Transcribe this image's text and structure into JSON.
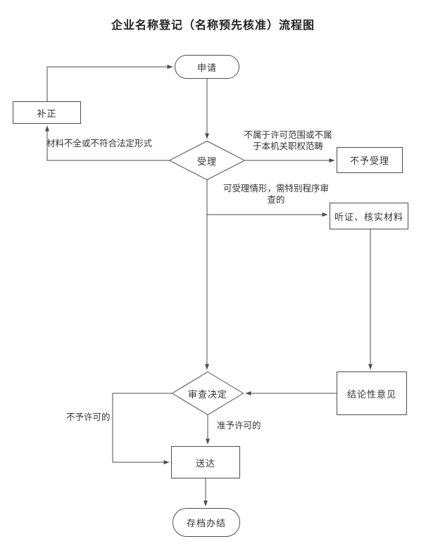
{
  "title": "企业名称登记（名称预先核准）流程图",
  "colors": {
    "line": "#4d4d4d",
    "border": "#4d4d4d",
    "text": "#333333",
    "background": "#ffffff"
  },
  "nodes": {
    "apply": {
      "label": "申请",
      "shape": "stadium"
    },
    "correction": {
      "label": "补正",
      "shape": "rect"
    },
    "acceptance": {
      "label": "受理",
      "shape": "diamond"
    },
    "reject": {
      "label": "不予受理",
      "shape": "rect"
    },
    "hearing": {
      "label": "听证、核实材料",
      "shape": "rect"
    },
    "conclusion": {
      "label": "结论性意见",
      "shape": "rect"
    },
    "decision": {
      "label": "审查决定",
      "shape": "diamond"
    },
    "delivery": {
      "label": "送达",
      "shape": "rect"
    },
    "archive": {
      "label": "存档办结",
      "shape": "stadium"
    }
  },
  "edges": [
    {
      "from": "apply",
      "to": "acceptance",
      "label": ""
    },
    {
      "from": "acceptance",
      "to": "correction",
      "label": "材料不全或不符合法定形式"
    },
    {
      "from": "correction",
      "to": "apply",
      "label": ""
    },
    {
      "from": "acceptance",
      "to": "reject",
      "label": "不属于许可范围或不属\n于本机关职权范畴"
    },
    {
      "from": "acceptance",
      "to": "decision",
      "label": ""
    },
    {
      "from": "acceptance",
      "to": "hearing",
      "label": "可受理情形，需特别程序审\n查的"
    },
    {
      "from": "hearing",
      "to": "conclusion",
      "label": ""
    },
    {
      "from": "conclusion",
      "to": "decision",
      "label": ""
    },
    {
      "from": "decision",
      "to": "delivery",
      "label": "准予许可的"
    },
    {
      "from": "decision",
      "to": "delivery",
      "label": "不予许可的"
    },
    {
      "from": "delivery",
      "to": "archive",
      "label": ""
    }
  ]
}
